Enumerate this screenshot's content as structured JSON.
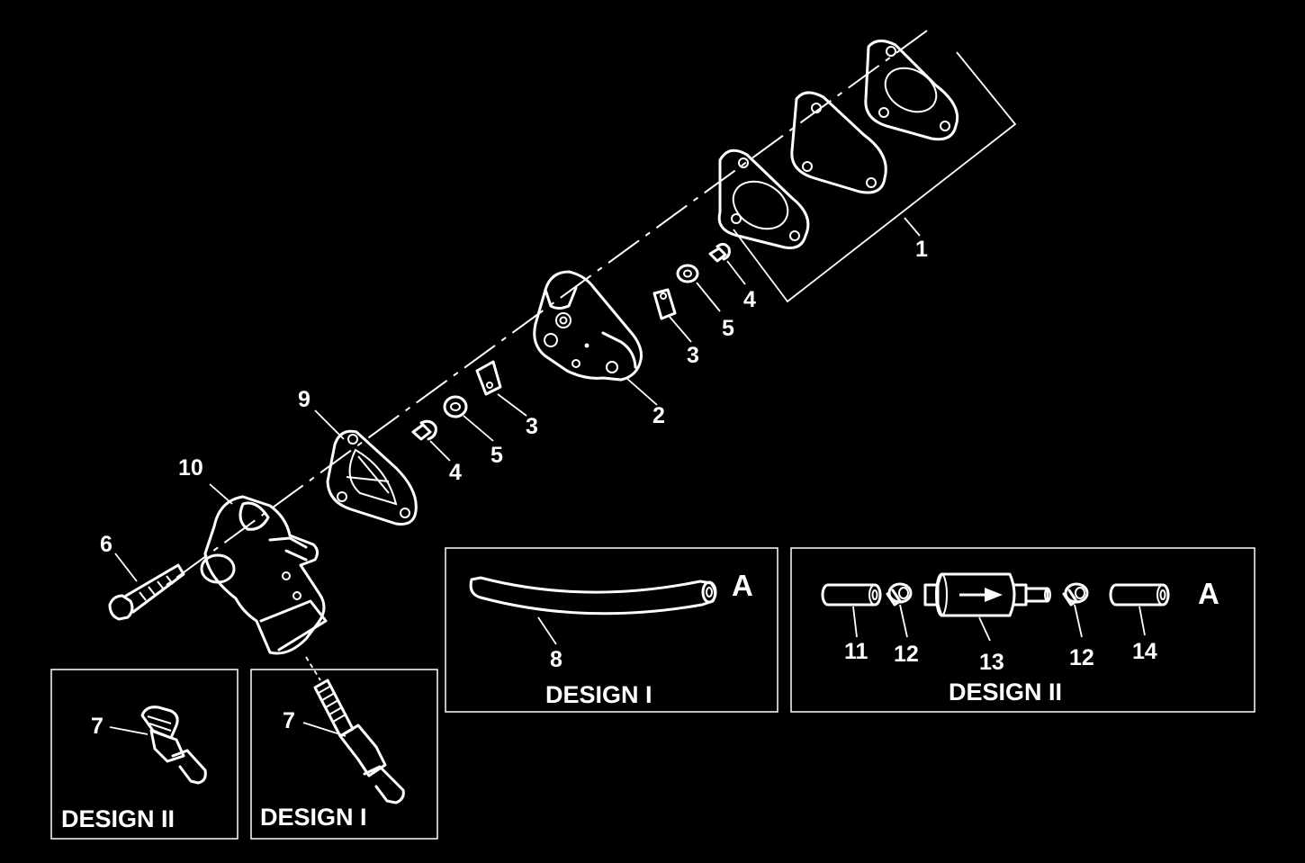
{
  "callouts": {
    "c1": "1",
    "c2": "2",
    "c3a": "3",
    "c3b": "3",
    "c4a": "4",
    "c4b": "4",
    "c5a": "5",
    "c5b": "5",
    "c6": "6",
    "c7a": "7",
    "c7b": "7",
    "c8": "8",
    "c9": "9",
    "c10": "10",
    "c11": "11",
    "c12a": "12",
    "c12b": "12",
    "c13": "13",
    "c14": "14"
  },
  "panels": {
    "hose_design": "DESIGN I",
    "hose_view": "A",
    "filter_design": "DESIGN II",
    "filter_view": "A",
    "fitting2_design": "DESIGN II",
    "fitting1_design": "DESIGN I"
  },
  "colors": {
    "background": "#000000",
    "line": "#ffffff"
  }
}
